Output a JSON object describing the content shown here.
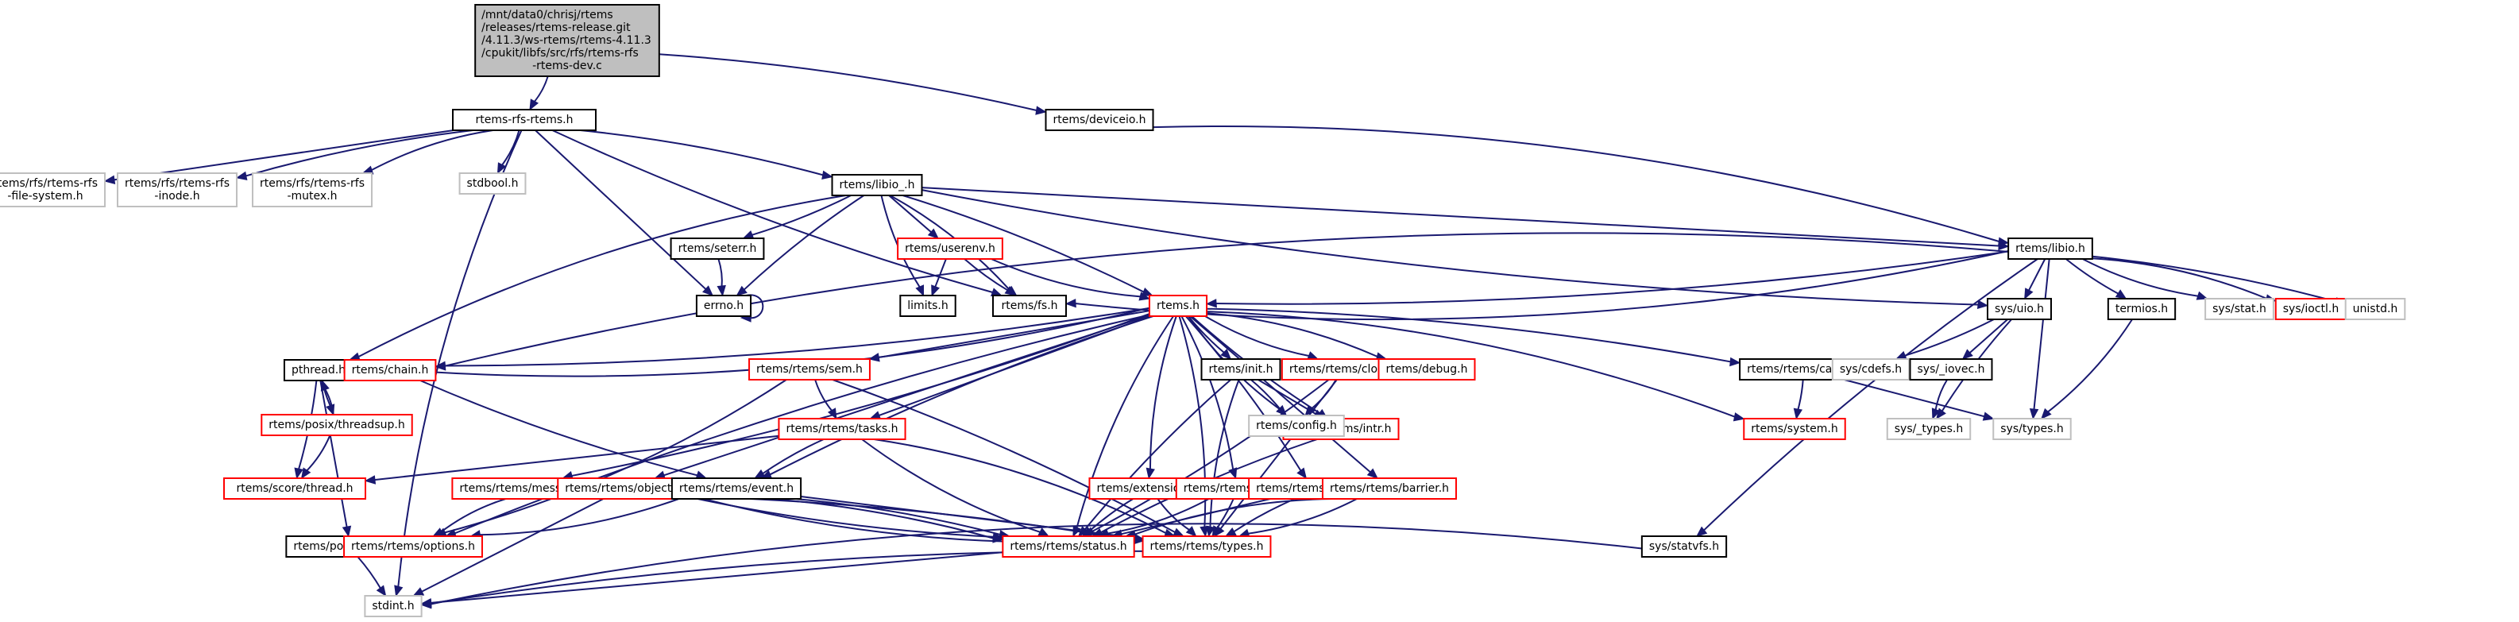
{
  "diagram": {
    "type": "include-dependency-graph",
    "nodes": [
      {
        "id": "root",
        "kind": "root",
        "lines": [
          "/mnt/data0/chrisj/rtems",
          "/releases/rtems-release.git",
          "/4.11.3/ws-rtems/rtems-4.11.3",
          "/cpukit/libfs/src/rfs/rtems-rfs",
          "-rtems-dev.c"
        ]
      },
      {
        "id": "rfs_rtems",
        "kind": "doc",
        "lines": [
          "rtems-rfs-rtems.h"
        ]
      },
      {
        "id": "deviceio",
        "kind": "doc",
        "lines": [
          "rtems/deviceio.h"
        ]
      },
      {
        "id": "rfs_fs",
        "kind": "ext",
        "lines": [
          "rtems/rfs/rtems-rfs",
          "-file-system.h"
        ]
      },
      {
        "id": "rfs_inode",
        "kind": "ext",
        "lines": [
          "rtems/rfs/rtems-rfs",
          "-inode.h"
        ]
      },
      {
        "id": "rfs_mutex",
        "kind": "ext",
        "lines": [
          "rtems/rfs/rtems-rfs",
          "-mutex.h"
        ]
      },
      {
        "id": "stdbool",
        "kind": "ext",
        "lines": [
          "stdbool.h"
        ]
      },
      {
        "id": "libio_",
        "kind": "doc",
        "lines": [
          "rtems/libio_.h"
        ]
      },
      {
        "id": "seterr",
        "kind": "doc",
        "lines": [
          "rtems/seterr.h"
        ]
      },
      {
        "id": "userenv",
        "kind": "red",
        "lines": [
          "rtems/userenv.h"
        ]
      },
      {
        "id": "errno",
        "kind": "doc",
        "lines": [
          "errno.h"
        ]
      },
      {
        "id": "limits",
        "kind": "doc",
        "lines": [
          "limits.h"
        ]
      },
      {
        "id": "fs",
        "kind": "doc",
        "lines": [
          "rtems/fs.h"
        ]
      },
      {
        "id": "rtems",
        "kind": "red",
        "lines": [
          "rtems.h"
        ]
      },
      {
        "id": "libio",
        "kind": "doc",
        "lines": [
          "rtems/libio.h"
        ]
      },
      {
        "id": "uio",
        "kind": "doc",
        "lines": [
          "sys/uio.h"
        ]
      },
      {
        "id": "termios",
        "kind": "doc",
        "lines": [
          "termios.h"
        ]
      },
      {
        "id": "stat",
        "kind": "ext",
        "lines": [
          "sys/stat.h"
        ]
      },
      {
        "id": "ioctl",
        "kind": "red",
        "lines": [
          "sys/ioctl.h"
        ]
      },
      {
        "id": "unistd",
        "kind": "ext",
        "lines": [
          "unistd.h"
        ]
      },
      {
        "id": "pthread",
        "kind": "doc",
        "lines": [
          "pthread.h"
        ]
      },
      {
        "id": "chain",
        "kind": "red",
        "lines": [
          "rtems/chain.h"
        ]
      },
      {
        "id": "sem",
        "kind": "red",
        "lines": [
          "rtems/rtems/sem.h"
        ]
      },
      {
        "id": "init",
        "kind": "doc",
        "lines": [
          "rtems/init.h"
        ]
      },
      {
        "id": "clock",
        "kind": "red",
        "lines": [
          "rtems/rtems/clock.h"
        ]
      },
      {
        "id": "debug",
        "kind": "red",
        "lines": [
          "rtems/debug.h"
        ]
      },
      {
        "id": "cache",
        "kind": "doc",
        "lines": [
          "rtems/rtems/cache.h"
        ]
      },
      {
        "id": "cdefs",
        "kind": "ext",
        "lines": [
          "sys/cdefs.h"
        ]
      },
      {
        "id": "iovec",
        "kind": "doc",
        "lines": [
          "sys/_iovec.h"
        ]
      },
      {
        "id": "threadsup",
        "kind": "red",
        "lines": [
          "rtems/posix/threadsup.h"
        ]
      },
      {
        "id": "tasks",
        "kind": "red",
        "lines": [
          "rtems/rtems/tasks.h"
        ]
      },
      {
        "id": "intr",
        "kind": "red",
        "lines": [
          "rtems/rtems/intr.h"
        ]
      },
      {
        "id": "config",
        "kind": "ext",
        "lines": [
          "rtems/config.h"
        ]
      },
      {
        "id": "system",
        "kind": "red",
        "lines": [
          "rtems/system.h"
        ]
      },
      {
        "id": "_types",
        "kind": "ext",
        "lines": [
          "sys/_types.h"
        ]
      },
      {
        "id": "types",
        "kind": "ext",
        "lines": [
          "sys/types.h"
        ]
      },
      {
        "id": "sthread",
        "kind": "red",
        "lines": [
          "rtems/score/thread.h"
        ]
      },
      {
        "id": "message",
        "kind": "red",
        "lines": [
          "rtems/rtems/message.h"
        ]
      },
      {
        "id": "object",
        "kind": "red",
        "lines": [
          "rtems/rtems/object.h"
        ]
      },
      {
        "id": "event",
        "kind": "doc",
        "lines": [
          "rtems/rtems/event.h"
        ]
      },
      {
        "id": "extension",
        "kind": "red",
        "lines": [
          "rtems/extension.h"
        ]
      },
      {
        "id": "timer",
        "kind": "red",
        "lines": [
          "rtems/rtems/timer.h"
        ]
      },
      {
        "id": "signal",
        "kind": "red",
        "lines": [
          "rtems/rtems/signal.h"
        ]
      },
      {
        "id": "barrier",
        "kind": "red",
        "lines": [
          "rtems/rtems/barrier.h"
        ]
      },
      {
        "id": "pconfig",
        "kind": "doc",
        "lines": [
          "rtems/posix/config.h"
        ]
      },
      {
        "id": "options",
        "kind": "red",
        "lines": [
          "rtems/rtems/options.h"
        ]
      },
      {
        "id": "status",
        "kind": "red",
        "lines": [
          "rtems/rtems/status.h"
        ]
      },
      {
        "id": "rtypes",
        "kind": "red",
        "lines": [
          "rtems/rtems/types.h"
        ]
      },
      {
        "id": "statvfs",
        "kind": "doc",
        "lines": [
          "sys/statvfs.h"
        ]
      },
      {
        "id": "stdint",
        "kind": "ext",
        "lines": [
          "stdint.h"
        ]
      }
    ],
    "edges": [
      [
        "root",
        "rfs_rtems"
      ],
      [
        "root",
        "deviceio"
      ],
      [
        "rfs_rtems",
        "rfs_fs"
      ],
      [
        "rfs_rtems",
        "rfs_inode"
      ],
      [
        "rfs_rtems",
        "rfs_mutex"
      ],
      [
        "rfs_rtems",
        "stdbool"
      ],
      [
        "rfs_rtems",
        "libio_"
      ],
      [
        "rfs_rtems",
        "errno"
      ],
      [
        "rfs_rtems",
        "fs"
      ],
      [
        "rfs_rtems",
        "stdint"
      ],
      [
        "deviceio",
        "libio"
      ],
      [
        "libio_",
        "seterr"
      ],
      [
        "libio_",
        "userenv"
      ],
      [
        "libio_",
        "errno"
      ],
      [
        "libio_",
        "limits"
      ],
      [
        "libio_",
        "fs"
      ],
      [
        "libio_",
        "rtems"
      ],
      [
        "libio_",
        "libio"
      ],
      [
        "libio_",
        "uio"
      ],
      [
        "libio_",
        "pthread"
      ],
      [
        "seterr",
        "errno"
      ],
      [
        "errno",
        "errno"
      ],
      [
        "userenv",
        "limits"
      ],
      [
        "userenv",
        "fs"
      ],
      [
        "userenv",
        "rtems"
      ],
      [
        "libio",
        "fs"
      ],
      [
        "libio",
        "rtems"
      ],
      [
        "libio",
        "uio"
      ],
      [
        "libio",
        "termios"
      ],
      [
        "libio",
        "stat"
      ],
      [
        "libio",
        "ioctl"
      ],
      [
        "libio",
        "unistd"
      ],
      [
        "libio",
        "types"
      ],
      [
        "libio",
        "statvfs"
      ],
      [
        "libio",
        "chain"
      ],
      [
        "rtems",
        "pthread"
      ],
      [
        "rtems",
        "chain"
      ],
      [
        "rtems",
        "sem"
      ],
      [
        "rtems",
        "init"
      ],
      [
        "rtems",
        "clock"
      ],
      [
        "rtems",
        "debug"
      ],
      [
        "rtems",
        "cache"
      ],
      [
        "rtems",
        "tasks"
      ],
      [
        "rtems",
        "intr"
      ],
      [
        "rtems",
        "config"
      ],
      [
        "rtems",
        "system"
      ],
      [
        "rtems",
        "message"
      ],
      [
        "rtems",
        "object"
      ],
      [
        "rtems",
        "event"
      ],
      [
        "rtems",
        "extension"
      ],
      [
        "rtems",
        "timer"
      ],
      [
        "rtems",
        "signal"
      ],
      [
        "rtems",
        "barrier"
      ],
      [
        "rtems",
        "options"
      ],
      [
        "rtems",
        "status"
      ],
      [
        "rtems",
        "rtypes"
      ],
      [
        "uio",
        "cdefs"
      ],
      [
        "uio",
        "iovec"
      ],
      [
        "uio",
        "_types"
      ],
      [
        "iovec",
        "_types"
      ],
      [
        "termios",
        "types"
      ],
      [
        "cache",
        "system"
      ],
      [
        "cache",
        "types"
      ],
      [
        "pthread",
        "threadsup"
      ],
      [
        "threadsup",
        "pthread"
      ],
      [
        "threadsup",
        "sthread"
      ],
      [
        "pthread",
        "sthread"
      ],
      [
        "pthread",
        "pconfig"
      ],
      [
        "chain",
        "event"
      ],
      [
        "sem",
        "tasks"
      ],
      [
        "sem",
        "options"
      ],
      [
        "sem",
        "rtypes"
      ],
      [
        "tasks",
        "sthread"
      ],
      [
        "tasks",
        "event"
      ],
      [
        "tasks",
        "status"
      ],
      [
        "tasks",
        "rtypes"
      ],
      [
        "init",
        "config"
      ],
      [
        "init",
        "intr"
      ],
      [
        "init",
        "status"
      ],
      [
        "init",
        "rtypes"
      ],
      [
        "clock",
        "config"
      ],
      [
        "clock",
        "status"
      ],
      [
        "clock",
        "rtypes"
      ],
      [
        "intr",
        "status"
      ],
      [
        "message",
        "options"
      ],
      [
        "message",
        "status"
      ],
      [
        "message",
        "rtypes"
      ],
      [
        "object",
        "stdint"
      ],
      [
        "object",
        "status"
      ],
      [
        "object",
        "rtypes"
      ],
      [
        "event",
        "options"
      ],
      [
        "event",
        "status"
      ],
      [
        "event",
        "rtypes"
      ],
      [
        "extension",
        "status"
      ],
      [
        "extension",
        "rtypes"
      ],
      [
        "timer",
        "status"
      ],
      [
        "timer",
        "rtypes"
      ],
      [
        "signal",
        "status"
      ],
      [
        "signal",
        "rtypes"
      ],
      [
        "barrier",
        "status"
      ],
      [
        "barrier",
        "rtypes"
      ],
      [
        "pconfig",
        "stdint"
      ],
      [
        "status",
        "stdint"
      ],
      [
        "rtypes",
        "stdint"
      ],
      [
        "statvfs",
        "stdint"
      ]
    ]
  }
}
